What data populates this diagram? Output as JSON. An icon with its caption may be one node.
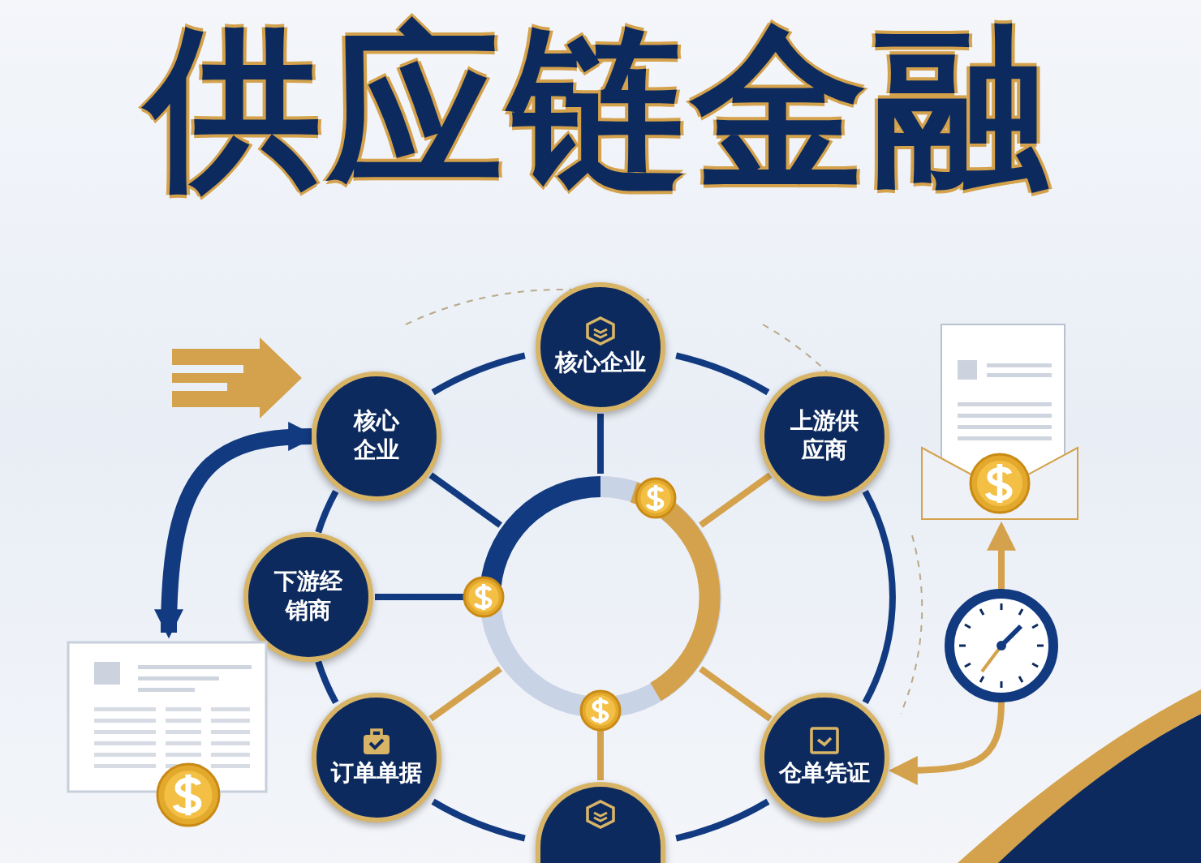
{
  "diagram": {
    "title": "供应链金融",
    "nodes": [
      {
        "text": [
          "核心企业"
        ]
      },
      {
        "text": [
          "核心企业"
        ]
      },
      {
        "text": [
          "上游供应商"
        ]
      },
      {
        "text": [
          "下游经销商"
        ]
      },
      {
        "text": [
          "订单单据"
        ]
      },
      {
        "text": [
          "仓单凭证"
        ]
      },
      {
        "text": [],
        "shape": "circle"
      },
      {
        "text": [],
        "shape": "circle"
      },
      {
        "text": [],
        "shape": "picture"
      },
      {
        "text": [],
        "shape": "picture"
      },
      {
        "text": [],
        "shape": "picture"
      }
    ],
    "edges": [
      {
        "from": 0,
        "to": 2,
        "arrow": "none"
      },
      {
        "from": 2,
        "to": 5,
        "arrow": "none"
      },
      {
        "from": 5,
        "to": 7,
        "arrow": "none"
      },
      {
        "from": 7,
        "to": 4,
        "arrow": "none"
      },
      {
        "from": 4,
        "to": 3,
        "arrow": "none"
      },
      {
        "from": 3,
        "to": 1,
        "arrow": "none"
      },
      {
        "from": 1,
        "to": 0,
        "arrow": "none"
      },
      {
        "from": 0,
        "to": 6,
        "arrow": "none"
      },
      {
        "from": 1,
        "to": 6,
        "arrow": "none"
      },
      {
        "from": 3,
        "to": 6,
        "arrow": "none"
      },
      {
        "from": 2,
        "to": 6,
        "arrow": "none",
        "color": "#d4a24c"
      },
      {
        "from": 4,
        "to": 6,
        "arrow": "none",
        "color": "#d4a24c"
      },
      {
        "from": 5,
        "to": 6,
        "arrow": "none",
        "color": "#d4a24c"
      },
      {
        "from": 7,
        "to": 6,
        "arrow": "none",
        "color": "#d4a24c"
      },
      {
        "from": 1,
        "to": 8,
        "arrow": "both",
        "style": "thick"
      },
      {
        "from": 10,
        "to": 9,
        "arrow": "to",
        "color": "#d4a24c"
      },
      {
        "from": 10,
        "to": 5,
        "arrow": "to",
        "color": "#d4a24c"
      }
    ]
  }
}
